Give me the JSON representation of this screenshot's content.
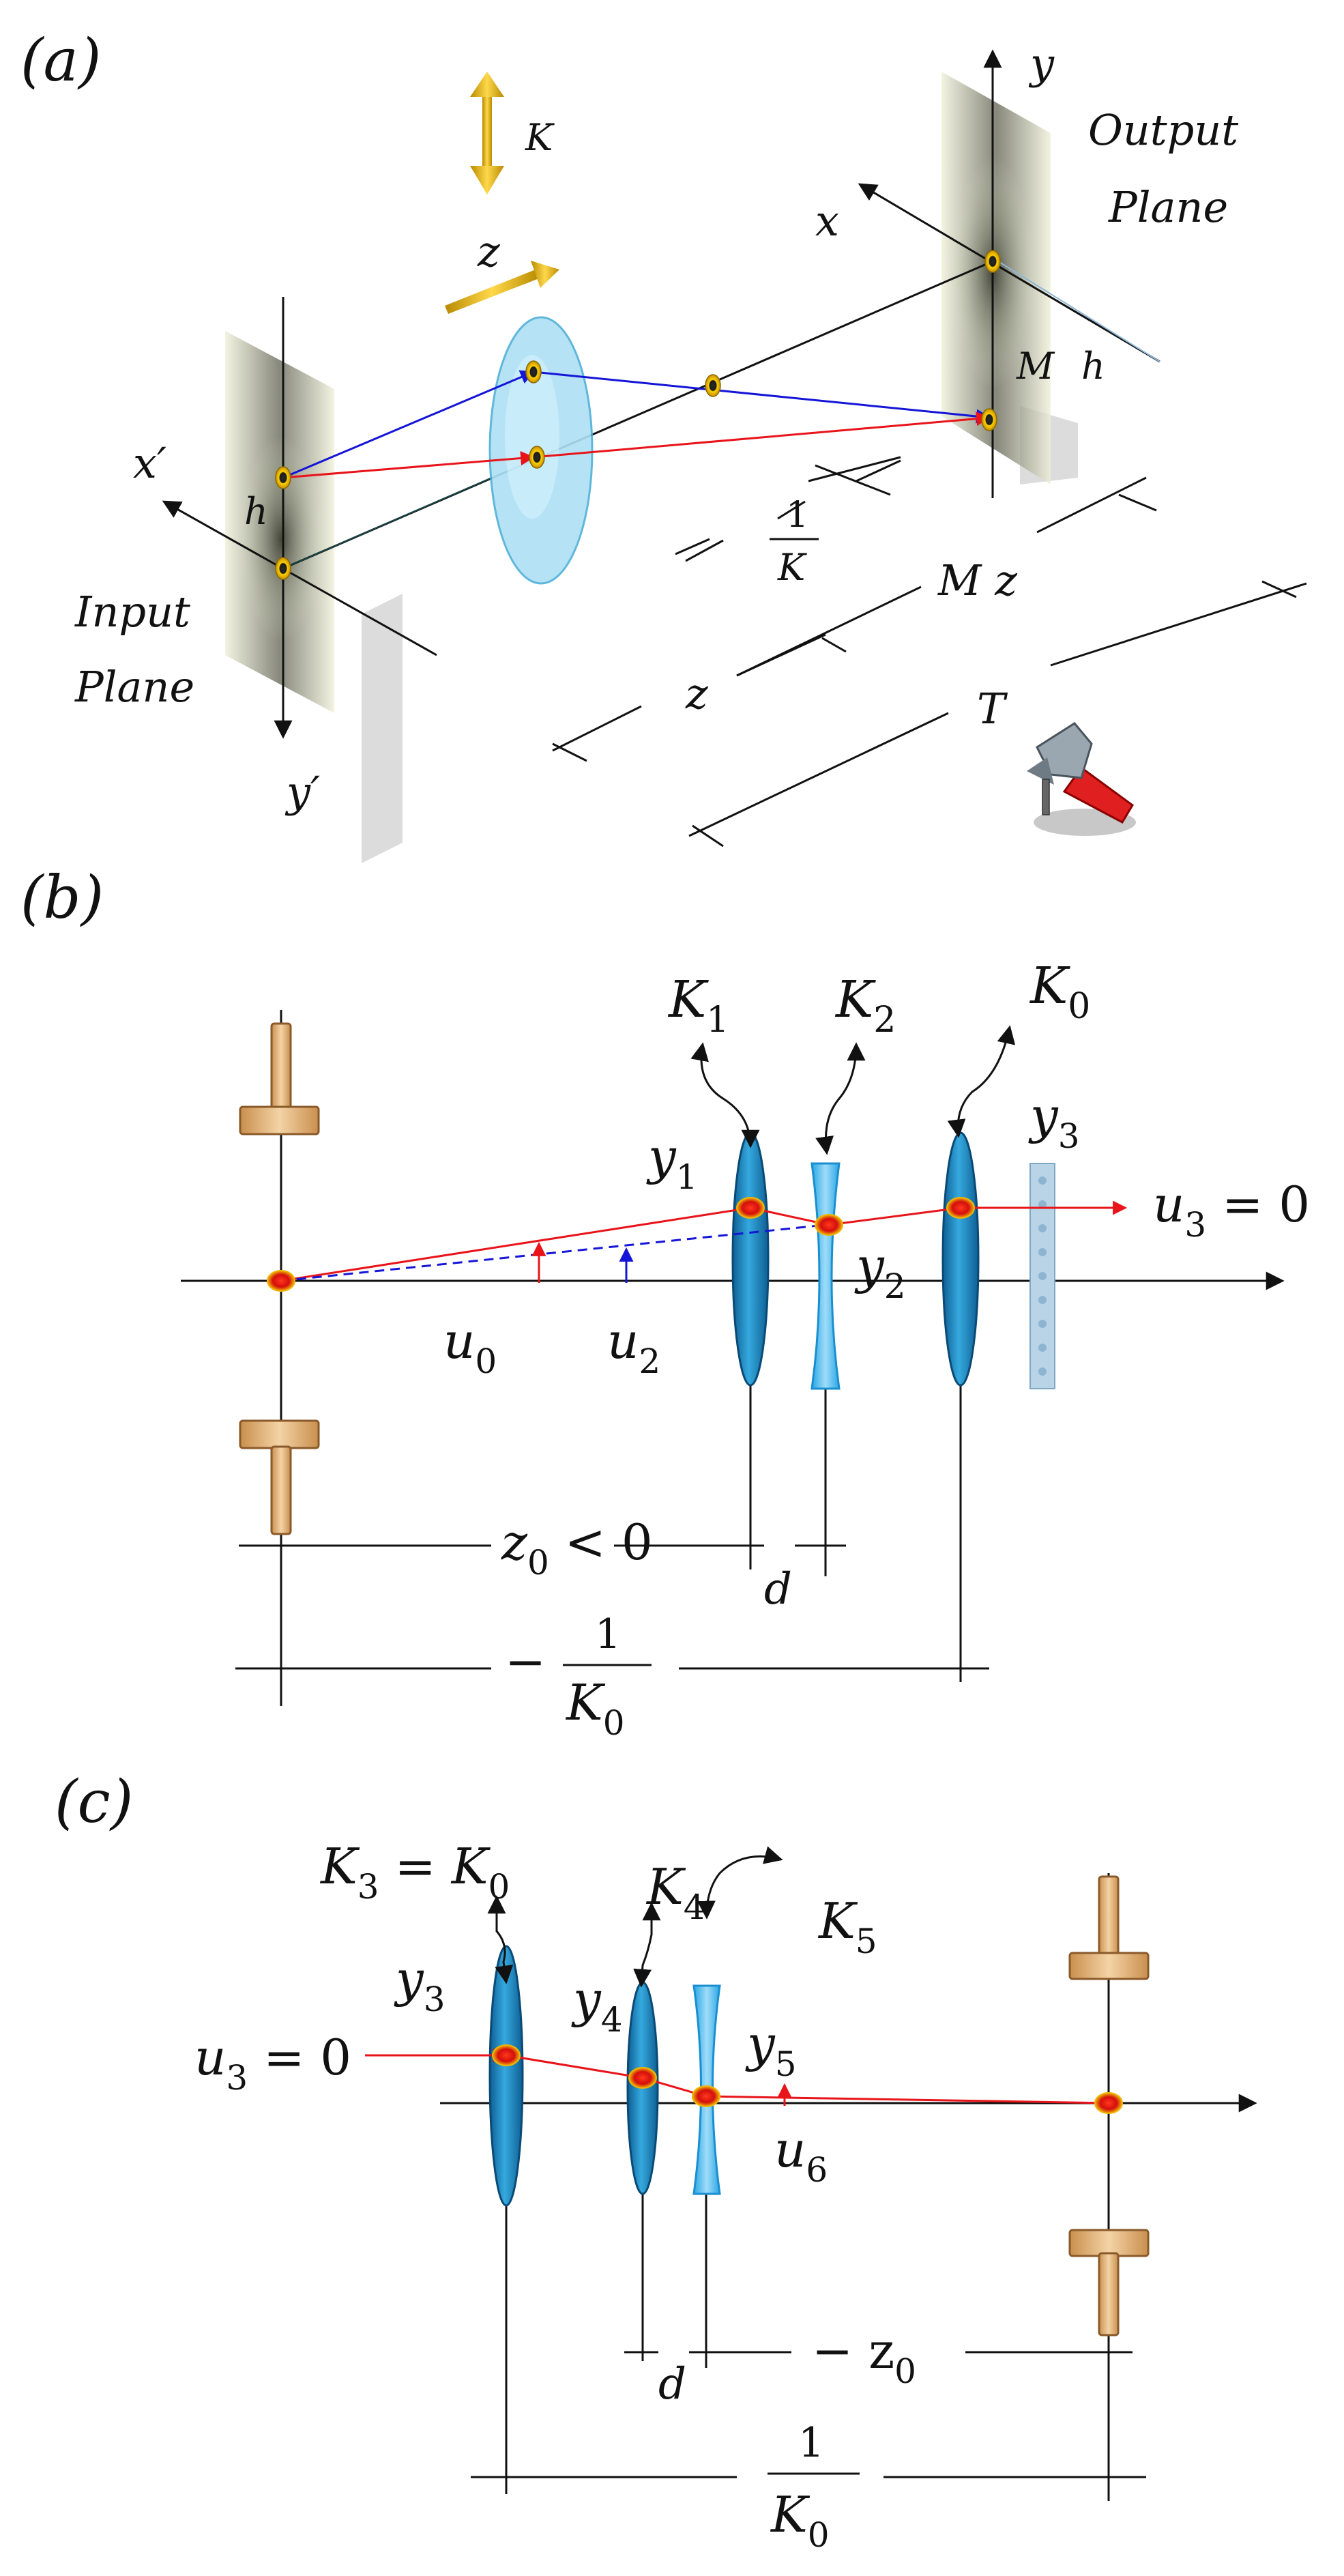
{
  "panel_a": {
    "panel_label": "(a)",
    "axis_y": "y",
    "axis_x": "x",
    "axis_x_prime": "x′",
    "axis_y_prime": "y′",
    "output_plane": [
      "Output",
      "Plane"
    ],
    "input_plane": [
      "Input",
      "Plane"
    ],
    "lens_power": "K",
    "propagation": "z",
    "magnification": "M",
    "height_out": "h",
    "height_in": "h",
    "inverse_power_num": "1",
    "inverse_power_den": "K",
    "dim_mz": "M z",
    "dim_z": "z",
    "dim_t": "T",
    "icon": "hammer-icon"
  },
  "panel_b": {
    "panel_label": "(b)",
    "k1": "K",
    "k1_sub": "1",
    "k2": "K",
    "k2_sub": "2",
    "k0": "K",
    "k0_sub": "0",
    "y1": "y",
    "y1_sub": "1",
    "y2": "y",
    "y2_sub": "2",
    "y3": "y",
    "y3_sub": "3",
    "u3_eq": "u",
    "u3_sub": "3",
    "u3_val": " = 0",
    "u0": "u",
    "u0_sub": "0",
    "u2": "u",
    "u2_sub": "2",
    "z0": "z",
    "z0_sub": "0",
    "z0_cond": " < 0",
    "d": "d",
    "inv_k0_sign": "−",
    "inv_k0_num": "1",
    "inv_k0_den": "K",
    "inv_k0_den_sub": "0"
  },
  "panel_c": {
    "panel_label": "(c)",
    "k3": "K",
    "k3_sub": "3",
    "k3_eq": " = K",
    "k3_eq_sub": "0",
    "k4": "K",
    "k4_sub": "4",
    "k5": "K",
    "k5_sub": "5",
    "y3": "y",
    "y3_sub": "3",
    "y4": "y",
    "y4_sub": "4",
    "y5": "y",
    "y5_sub": "5",
    "u3_eq": "u",
    "u3_sub": "3",
    "u3_val": " = 0",
    "u6": "u",
    "u6_sub": "6",
    "d": "d",
    "mz0_sign": "− z",
    "mz0_sub": "0",
    "inv_k0_num": "1",
    "inv_k0_den": "K",
    "inv_k0_den_sub": "0"
  },
  "colors": {
    "ray_red": "#e8141a",
    "ray_blue": "#1515d8",
    "lens_blue": "#1478b4",
    "lens_light": "#aee0f5",
    "gold": "#e9b400",
    "plate_green": "#dfe3c2",
    "stop_tan": "#d9a96b"
  }
}
